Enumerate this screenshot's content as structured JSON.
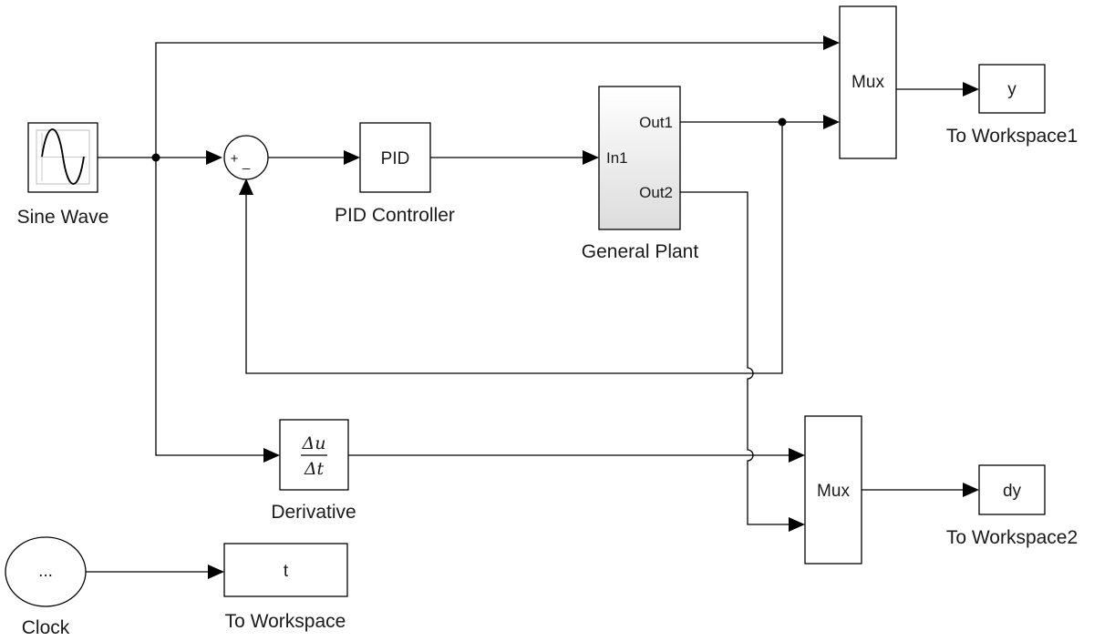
{
  "blocks": {
    "sine": {
      "label": "Sine Wave"
    },
    "sum": {
      "plus": "+",
      "minus": "_"
    },
    "pid": {
      "text": "PID",
      "label": "PID Controller"
    },
    "plant": {
      "label": "General Plant",
      "in1": "In1",
      "out1": "Out1",
      "out2": "Out2"
    },
    "mux1": {
      "text": "Mux"
    },
    "mux2": {
      "text": "Mux"
    },
    "ws1": {
      "text": "y",
      "label": "To Workspace1"
    },
    "ws2": {
      "text": "dy",
      "label": "To Workspace2"
    },
    "ws": {
      "text": "t",
      "label": "To Workspace"
    },
    "derivative": {
      "num": "Δu",
      "den": "Δt",
      "label": "Derivative"
    },
    "clock": {
      "text": "...",
      "label": "Clock"
    }
  }
}
